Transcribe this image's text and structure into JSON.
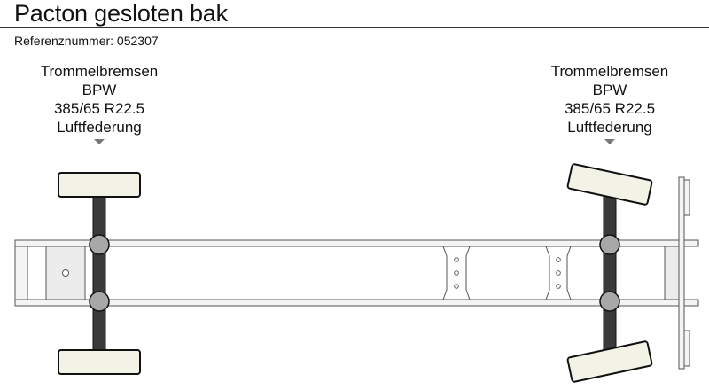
{
  "header": {
    "title": "Pacton gesloten bak",
    "reference": "Referenznummer: 052307"
  },
  "axles": [
    {
      "brakes": "Trommelbremsen",
      "manufacturer": "BPW",
      "tire_size": "385/65 R22.5",
      "suspension": "Luftfederung",
      "steered": false
    },
    {
      "brakes": "Trommelbremsen",
      "manufacturer": "BPW",
      "tire_size": "385/65 R22.5",
      "suspension": "Luftfederung",
      "steered": true
    }
  ],
  "colors": {
    "frame_stroke": "#555555",
    "frame_fill": "#f4f4f4",
    "wheel_fill": "#f2f2e6",
    "axle_fill": "#3a3a3a",
    "hub_fill": "#a8a8a8",
    "marker": "#777777"
  }
}
